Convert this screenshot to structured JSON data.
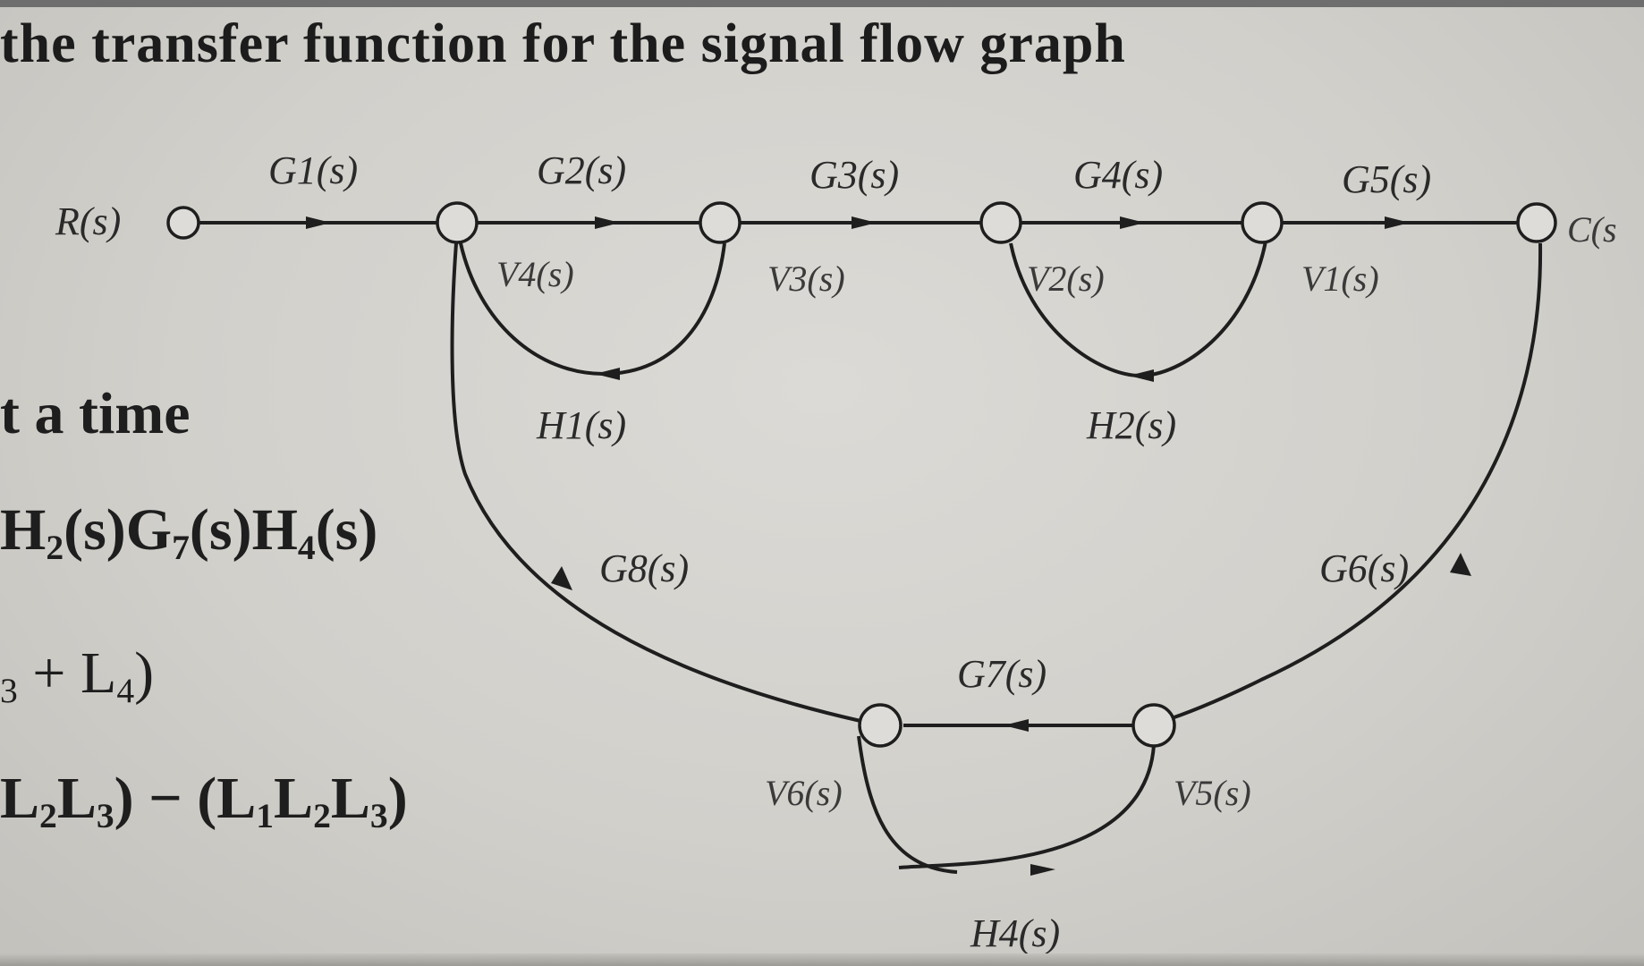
{
  "heading": "the transfer function for the signal flow graph",
  "equations": {
    "line1": "t a time",
    "line2_parts": [
      "H",
      "2",
      "(s)G",
      "7",
      "(s)H",
      "4",
      "(s)"
    ],
    "line3_parts": [
      "",
      "3",
      " + L",
      "4",
      ")"
    ],
    "line4_parts": [
      "L",
      "2",
      "L",
      "3",
      ") − (L",
      "1",
      "L",
      "2",
      "L",
      "3",
      ")"
    ]
  },
  "graph": {
    "branch_labels": {
      "g1": "G1(s)",
      "g2": "G2(s)",
      "g3": "G3(s)",
      "g4": "G4(s)",
      "g5": "G5(s)",
      "g6": "G6(s)",
      "g7": "G7(s)",
      "g8": "G8(s)",
      "h1": "H1(s)",
      "h2": "H2(s)",
      "h4": "H4(s)"
    },
    "node_labels": {
      "r": "R(s)",
      "c": "C(s",
      "v1": "V1(s)",
      "v2": "V2(s)",
      "v3": "V3(s)",
      "v4": "V4(s)",
      "v5": "V5(s)",
      "v6": "V6(s)"
    }
  }
}
